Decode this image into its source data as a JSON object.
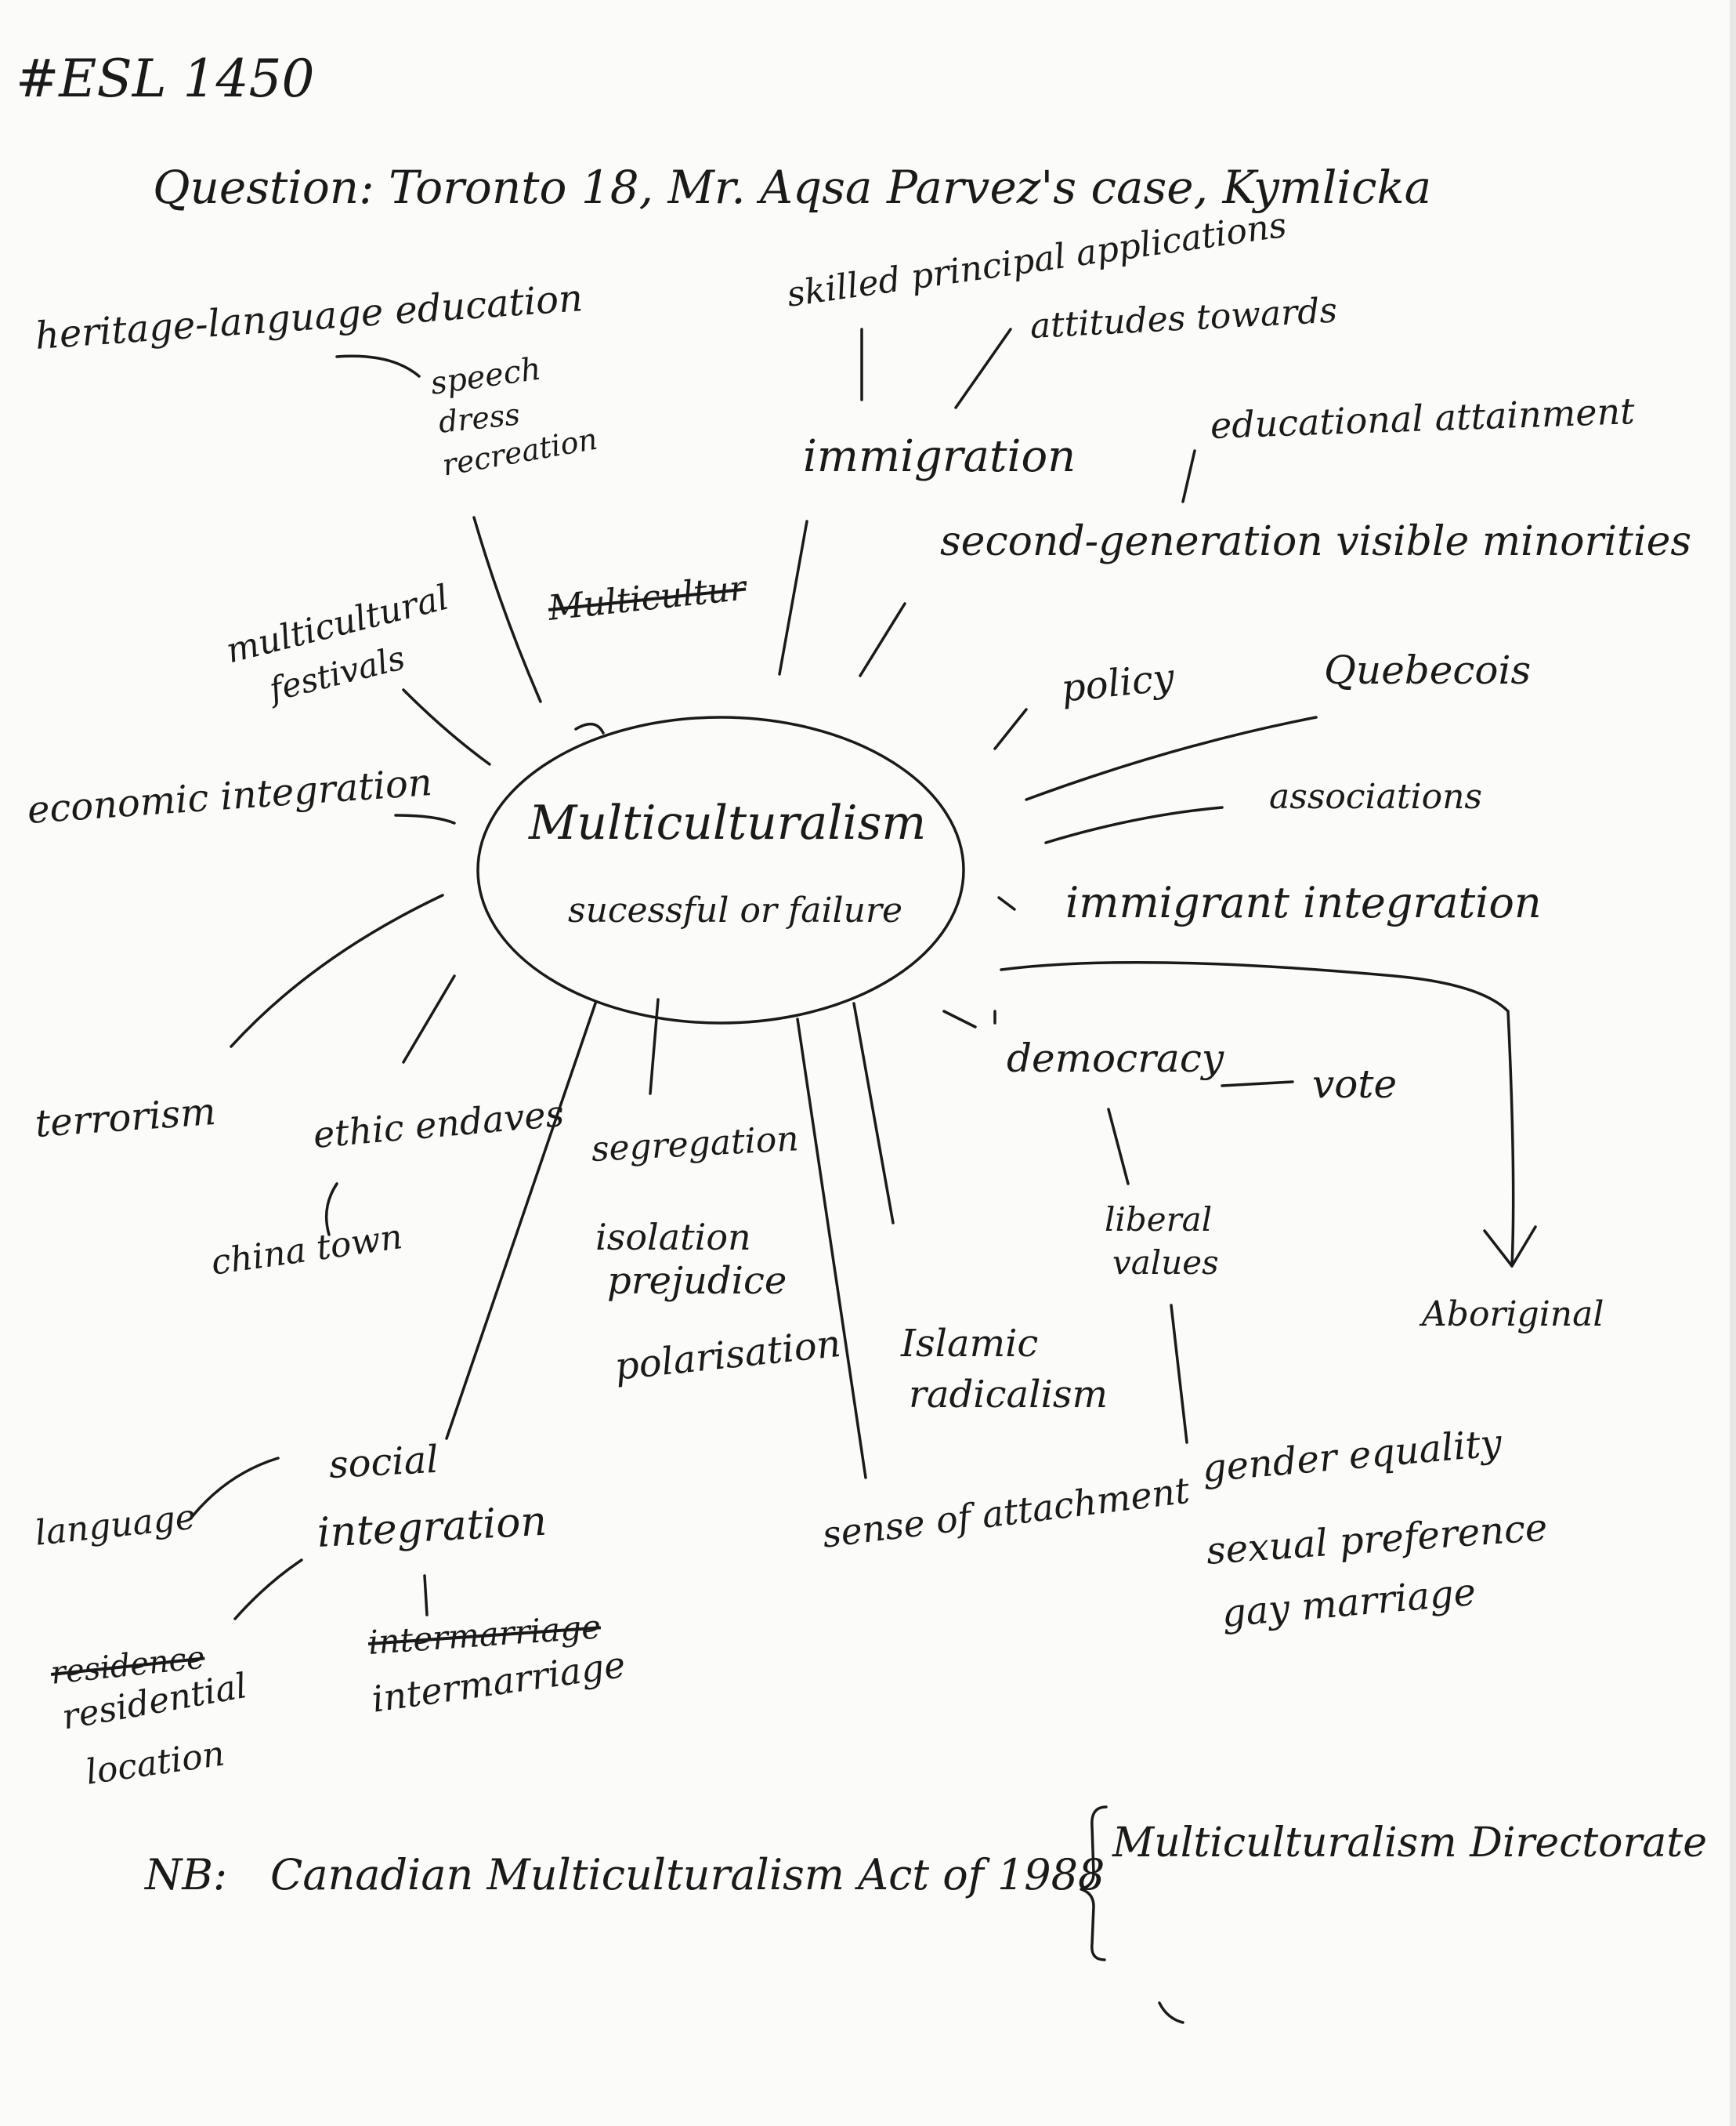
{
  "header": {
    "course_code": "#ESL 1450",
    "question_line": "Question: Toronto 18, Mr. Aqsa Parvez's case, Kymlicka"
  },
  "center": {
    "title": "Multiculturalism",
    "subtitle": "sucessful or failure"
  },
  "nodes": {
    "heritage_language": "heritage-language education",
    "speech": "speech",
    "dress": "dress",
    "recreation": "recreation",
    "crossed_multicultur": "Multicultur",
    "multicultural_festivals_1": "multicultural",
    "multicultural_festivals_2": "festivals",
    "economic_integration": "economic integration",
    "skilled_principal": "skilled principal applications",
    "attitudes_towards": "attitudes towards",
    "immigration": "immigration",
    "educational_attainment": "educational attainment",
    "second_generation": "second-generation visible minorities",
    "policy": "policy",
    "quebecois": "Quebecois",
    "associations": "associations",
    "immigrant_integration": "immigrant integration",
    "democracy": "democracy",
    "vote": "vote",
    "liberal": "liberal",
    "values": "values",
    "aboriginal": "Aboriginal",
    "terrorism": "terrorism",
    "ethic_enclaves": "ethic endaves",
    "china_town": "china town",
    "segregation": "segregation",
    "isolation": "isolation",
    "prejudice": "prejudice",
    "polarisation": "polarisation",
    "islamic": "Islamic",
    "radicalism": "radicalism",
    "social": "social",
    "integration": "integration",
    "language": "language",
    "residence_crossed": "residence",
    "residential": "residential",
    "location": "location",
    "intermarriage_crossed": "intermarriage",
    "intermarriage": "intermarriage",
    "sense_of_attachment": "sense of attachment",
    "gender_equality": "gender equality",
    "sexual_preference": "sexual preference",
    "gay_marriage": "gay marriage"
  },
  "footer": {
    "nb_label": "NB:",
    "act": "Canadian Multiculturalism Act of 1988",
    "brace": "{",
    "directorate": "Multiculturalism Directorate"
  }
}
